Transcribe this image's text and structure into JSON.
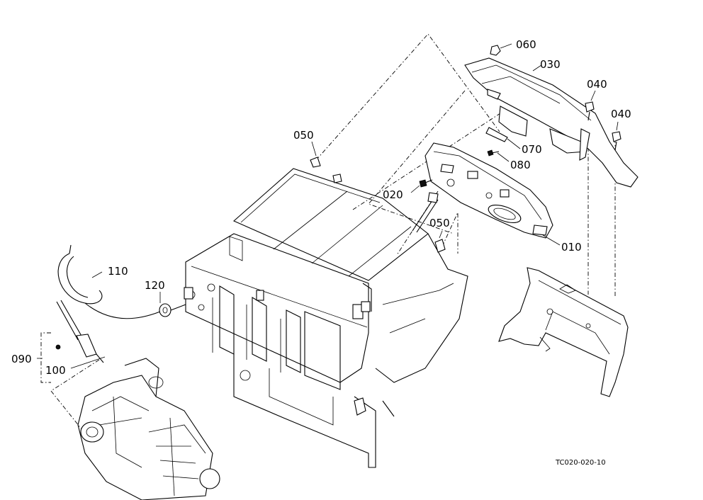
{
  "parts": {
    "p010": "010",
    "p020": "020",
    "p030": "030",
    "p040a": "040",
    "p040b": "040",
    "p050a": "050",
    "p050b": "050",
    "p060": "060",
    "p070": "070",
    "p080": "080",
    "p090": "090",
    "p100": "100",
    "p110": "110",
    "p120": "120"
  },
  "figure_code": "TC020-020-10"
}
